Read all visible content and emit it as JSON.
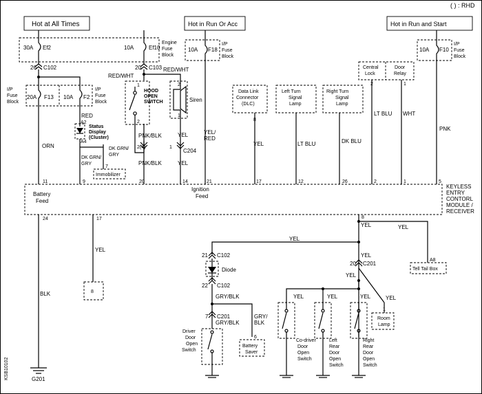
{
  "header": {
    "orientation": "( ) : RHD"
  },
  "power": {
    "hot_all": "Hot at All Times",
    "hot_run_acc": "Hot in Run Or Acc",
    "hot_run_start": "Hot in Run  and Start"
  },
  "fuses": {
    "ef2_amp": "30A",
    "ef2": "Ef2",
    "ef10_amp": "10A",
    "ef10": "Ef10",
    "engine_block": [
      "Engine",
      "Fuse",
      "Block"
    ],
    "f18_amp": "10A",
    "f18": "F18",
    "ip_block": [
      "I/P",
      "Fuse",
      "Block"
    ],
    "f10_amp": "10A",
    "f10": "F10",
    "f13_amp": "20A",
    "f13": "F13",
    "f2_amp": "10A",
    "f2": "F2"
  },
  "connectors": {
    "c102": "C102",
    "c103": "C103",
    "c204": "C204",
    "c201": "C201",
    "pin26": "26",
    "pin20": "20",
    "pin21": "21",
    "pin22": "22",
    "pin7": "7",
    "pin1": "1",
    "pin2_4": "2(4)"
  },
  "wires": {
    "orn": "ORN",
    "red": "RED",
    "red_wht": "RED/WHT",
    "pnk_blk": "PNK/BLK",
    "yel": "YEL",
    "yel_red": [
      "YEL/",
      "RED"
    ],
    "lt_blu": "LT BLU",
    "dk_blu": "DK BLU",
    "wht": "WHT",
    "pnk": "PNK",
    "blk": "BLK",
    "dk_grn_gry": [
      "DK GRN/",
      "GRY"
    ],
    "gry_blk": "GRY/BLK",
    "gry_blk_split": [
      "GRY/",
      "BLK"
    ]
  },
  "components": {
    "status_display": [
      "Status",
      "Display",
      "(Cluster)"
    ],
    "a2": "A2",
    "a4": "A4",
    "hood_switch": [
      "HOOD",
      "OPEN",
      "SWITCH"
    ],
    "siren": "Siren",
    "immobilizer": "Immobilizer",
    "immob_pin": "7",
    "dlc": [
      "Data Link",
      "Connector",
      "(DLC)"
    ],
    "left_turn": [
      "Left Turn",
      "Signal",
      "Lamp"
    ],
    "right_turn": [
      "Right Turn",
      "Signal",
      "Lamp"
    ],
    "central_lock": [
      "Central",
      "Lock"
    ],
    "door_relay": [
      "Door",
      "Relay"
    ],
    "battery_feed": [
      "Battery",
      "Feed"
    ],
    "ignition_feed": [
      "Ignition",
      "Feed"
    ],
    "module": [
      "KEYLESS",
      "ENTRY",
      "CONTORL",
      "MODULE /",
      "RECEIVER"
    ],
    "diode": "Diode",
    "tell_tail": "Tell Tail Box",
    "a8": "A8",
    "room_lamp": [
      "Room",
      "Lamp"
    ],
    "battery_saver": [
      "Battery",
      "Saver"
    ],
    "driver_switch": [
      "Driver",
      "Door",
      "Open",
      "Switch"
    ],
    "codriver_switch": [
      "Co-driver",
      "Door",
      "Open",
      "Switch"
    ],
    "left_rear_switch": [
      "Left",
      "Rear",
      "Door",
      "Open",
      "Switch"
    ],
    "right_rear_switch": [
      "Right",
      "Rear",
      "Door",
      "Open",
      "Switch"
    ],
    "g201": "G201",
    "code": "KSB10102",
    "pin8": "8"
  },
  "module_pins": [
    "11",
    "9",
    "20",
    "14",
    "21",
    "17",
    "12",
    "26",
    "2",
    "1",
    "5",
    "24",
    "17",
    "8"
  ]
}
